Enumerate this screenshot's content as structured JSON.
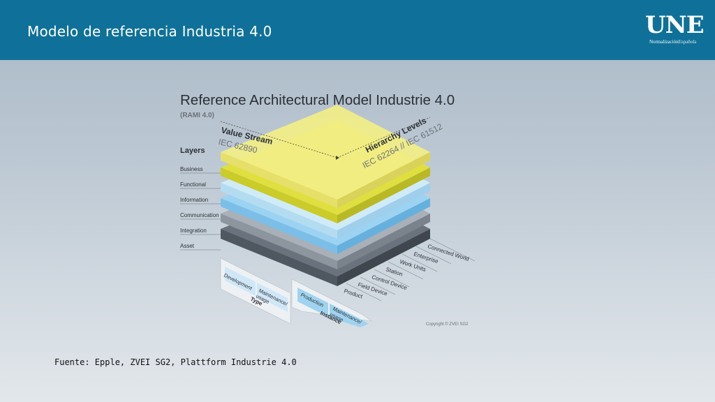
{
  "header": {
    "title": "Modelo de referencia Industria 4.0",
    "logo": {
      "main": "UNE",
      "sub_bold": "Normalización",
      "sub_light": "Española"
    }
  },
  "diagram": {
    "title": "Reference Architectural Model Industrie 4.0",
    "subtitle": "(RAMI 4.0)",
    "layers_heading": "Layers",
    "layers": [
      "Business",
      "Functional",
      "Information",
      "Communication",
      "Integration",
      "Asset"
    ],
    "value_stream": {
      "title": "Value Stream",
      "standard": "IEC 62890"
    },
    "hierarchy": {
      "title": "Hierarchy Levels",
      "standard": "IEC 62264 // IEC 61512",
      "levels": [
        "Connected World",
        "Enterprise",
        "Work Units",
        "Station",
        "Control Device",
        "Field Device",
        "Product"
      ]
    },
    "type_band": {
      "label": "Type",
      "cells": [
        "Development",
        "Maintenance/\nusage"
      ]
    },
    "instance_band": {
      "label": "Instance",
      "cells": [
        "Production",
        "Maintenance/\nusage"
      ]
    },
    "copyright": "Copyright © ZVEI SG2",
    "colors": {
      "business": "#f3ee85",
      "functional": "#dcdc3e",
      "information": "#c6e6f7",
      "communication": "#8ccbf0",
      "integration": "#9ca4ad",
      "asset": "#5d6670"
    }
  },
  "footnote": "Fuente: Epple, ZVEI SG2, Plattform Industrie 4.0"
}
